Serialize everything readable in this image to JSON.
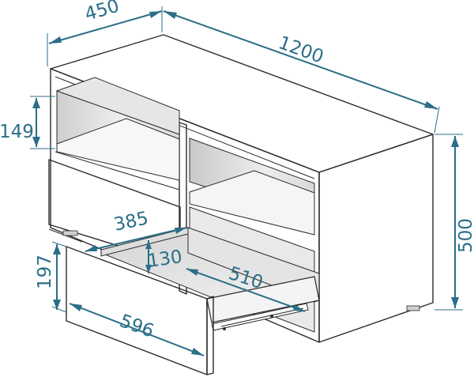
{
  "dimensions": {
    "depth": "450",
    "width": "1200",
    "height": "500",
    "shelf_height": "149",
    "drawer_front_height": "197",
    "drawer_front_width": "596",
    "drawer_inner_width": "385",
    "drawer_inner_height": "130",
    "drawer_inner_depth": "510"
  },
  "colors": {
    "dimension": "#2a6e88",
    "outline": "#2b2b2b",
    "panel": "#ffffff",
    "shade_light": "#ececec",
    "shade_mid": "#d6d6d6",
    "shade_dark": "#bdbdbd"
  }
}
